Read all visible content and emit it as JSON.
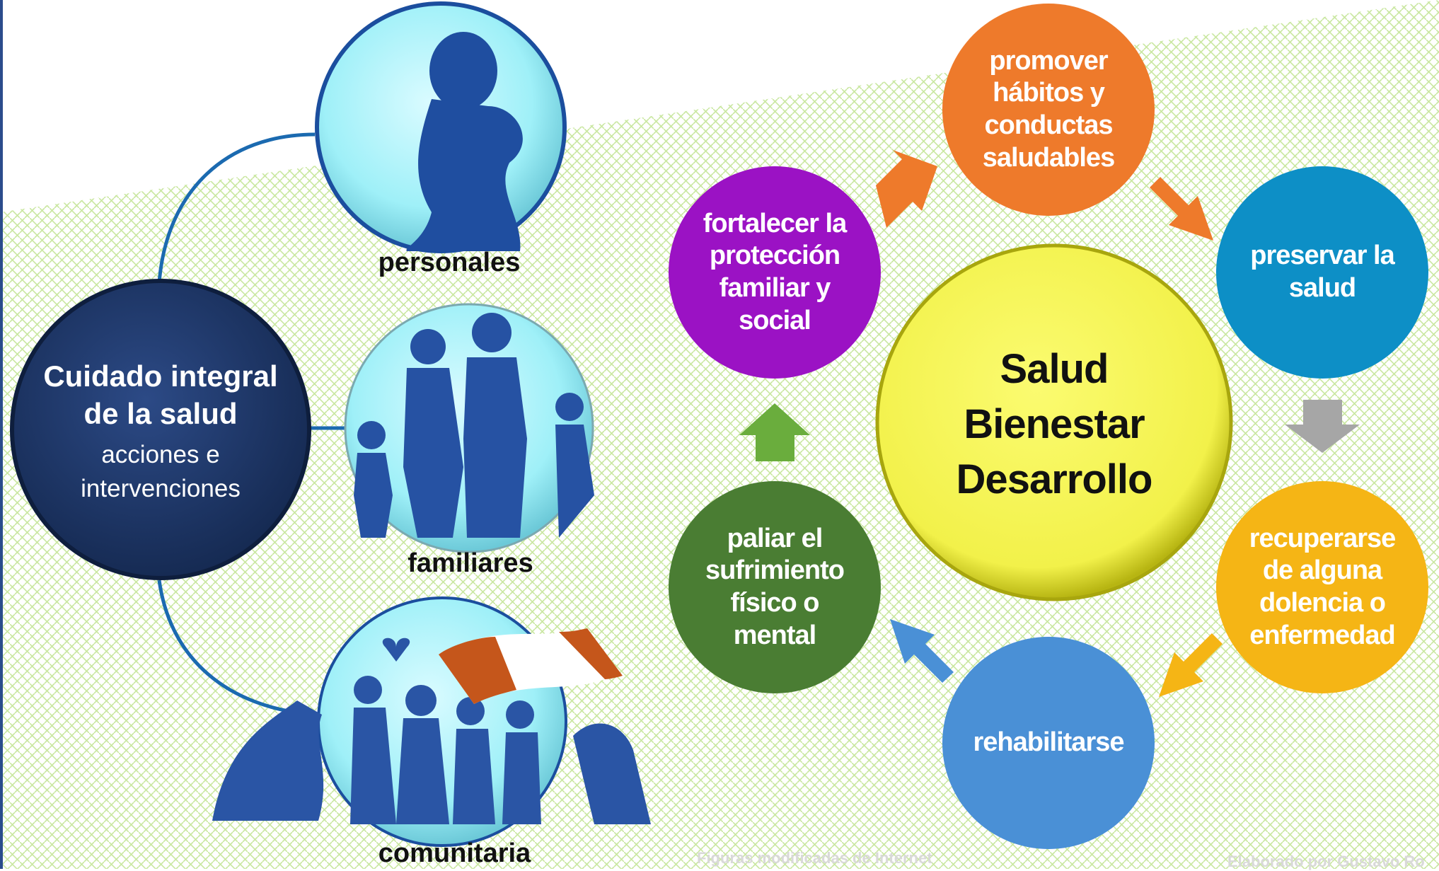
{
  "left_panel": {
    "hub_title": "Cuidado integral de la salud",
    "hub_subtitle": "acciones e intervenciones",
    "branches": [
      {
        "label": "personales",
        "icon": "pregnant-woman-silhouette"
      },
      {
        "label": "familiares",
        "icon": "family-silhouette"
      },
      {
        "label": "comunitaria",
        "icon": "community-festival-silhouette"
      }
    ],
    "flag_icon": "peru-flag"
  },
  "cycle": {
    "center_lines": [
      "Salud",
      "Bienestar",
      "Desarrollo"
    ],
    "center_color": "#f7f54a",
    "nodes": [
      {
        "label": "promover hábitos y conductas saludables",
        "color": "#ee7a2b"
      },
      {
        "label": "preservar la salud",
        "color": "#0d8fc6"
      },
      {
        "label": "recuperarse de alguna dolencia o enfermedad",
        "color": "#f5b515"
      },
      {
        "label": "rehabilitarse",
        "color": "#4a90d6"
      },
      {
        "label": "paliar el sufrimiento físico o mental",
        "color": "#4a7d33"
      },
      {
        "label": "fortalecer la protección familiar y social",
        "color": "#9b12c4"
      }
    ],
    "arrow_colors": [
      "#ee7a2b",
      "#ee7a2b",
      "#a6a6a6",
      "#f5b515",
      "#4a90d6",
      "#6aad3d"
    ]
  },
  "credits": {
    "images": "Figuras modificadas de Internet",
    "author": "Elaborado por Gustavo Ro"
  }
}
